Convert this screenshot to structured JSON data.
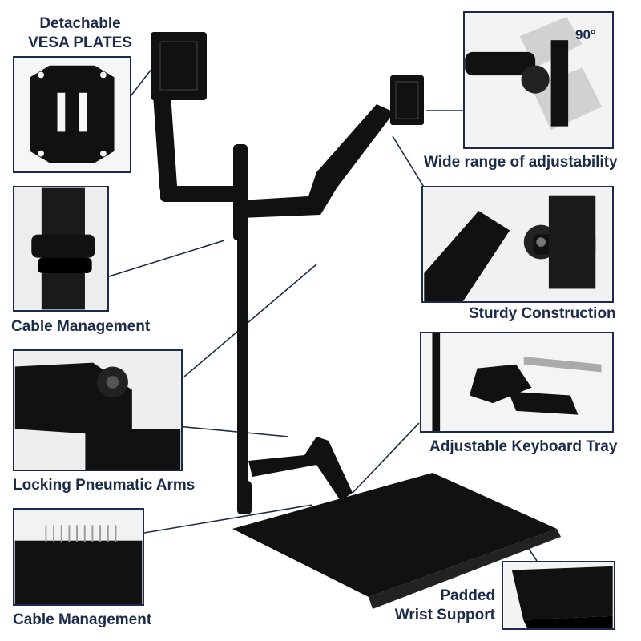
{
  "labels": {
    "vesa_line1": "Detachable",
    "vesa_line2": "VESA PLATES",
    "adjustability": "Wide range of adjustability",
    "rotation": "90°",
    "cable_top": "Cable Management",
    "sturdy": "Sturdy Construction",
    "locking": "Locking Pneumatic Arms",
    "keyboard": "Adjustable Keyboard Tray",
    "cable_bottom": "Cable Management",
    "wrist_line1": "Padded",
    "wrist_line2": "Wrist Support"
  },
  "colors": {
    "text": "#1c2b4a",
    "frame": "#1c2b4a",
    "product": "#111111"
  }
}
